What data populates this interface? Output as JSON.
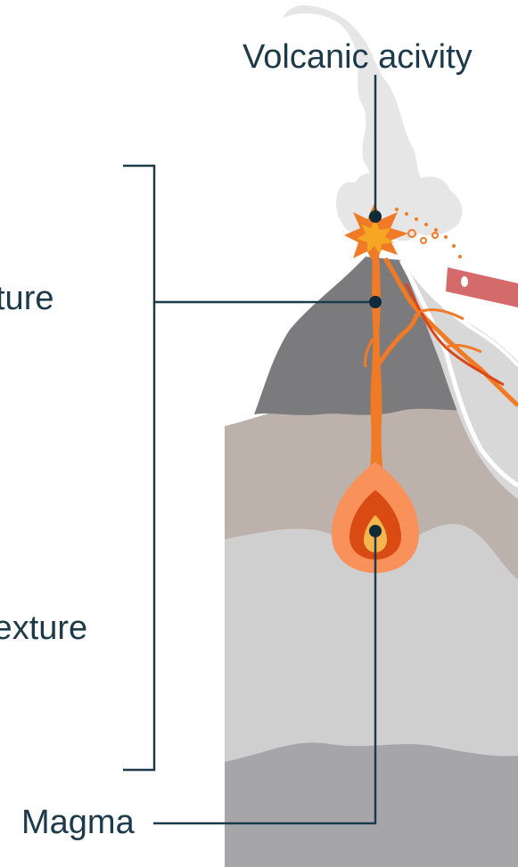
{
  "labels": {
    "volcanic_activity": "Volcanic acivity",
    "upper_texture": "xture",
    "lower_texture": "texture",
    "magma": "Magma"
  },
  "colors": {
    "label_text": "#1d3a4a",
    "leader_line": "#1d3a4a",
    "dot": "#0f2a38",
    "cone": "#7b7b7e",
    "cone_light": "#8f8f92",
    "rock_pink": "#bdb1ac",
    "rock_light": "#cfcfcf",
    "rock_base": "#a6a6aa",
    "smoke": "#e6e6e6",
    "lava": "#f07a25",
    "lava_dark": "#d9461a",
    "magma_outer": "#f8925a",
    "magma_inner": "#d94b12",
    "magma_core": "#f5b54e",
    "side_flow": "#d8d8d8",
    "flow_outline": "#ffffff",
    "ejecta_pink": "#d46a6a"
  },
  "icons": [
    "eruption-burst-icon",
    "ejecta-bomb-icon"
  ]
}
